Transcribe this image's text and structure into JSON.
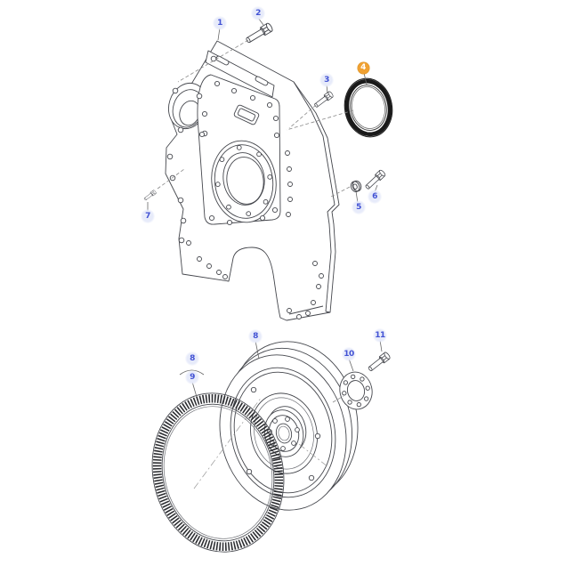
{
  "diagram": {
    "background_color": "#ffffff",
    "line_color": "#45474d",
    "accent_colors": {
      "callout_blue": "#4252d4",
      "callout_halo": "#e7ebfa",
      "highlight_orange": "#f0a132",
      "highlight_text": "#ffffff",
      "seal_black": "#1a1a1a"
    },
    "callouts": [
      {
        "label": "1",
        "highlighted": false
      },
      {
        "label": "2",
        "highlighted": false
      },
      {
        "label": "3",
        "highlighted": false
      },
      {
        "label": "4",
        "highlighted": true
      },
      {
        "label": "5",
        "highlighted": false
      },
      {
        "label": "6",
        "highlighted": false
      },
      {
        "label": "7",
        "highlighted": false
      },
      {
        "label": "8",
        "highlighted": false
      },
      {
        "label": "8",
        "highlighted": false
      },
      {
        "label": "9",
        "highlighted": false
      },
      {
        "label": "10",
        "highlighted": false
      },
      {
        "label": "11",
        "highlighted": false
      }
    ]
  }
}
